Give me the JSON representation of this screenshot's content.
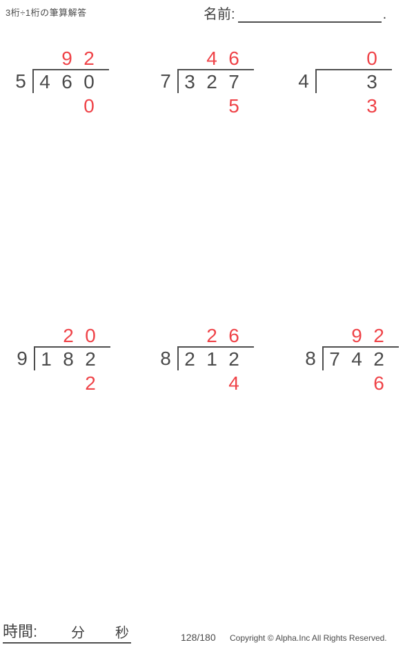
{
  "header": {
    "title": "3桁÷1桁の筆算解答",
    "name_label": "名前:",
    "name_suffix": "."
  },
  "problems": [
    {
      "divisor": "5",
      "quotient": [
        "",
        "9",
        "2"
      ],
      "dividend": [
        "4",
        "6",
        "0"
      ],
      "remainder": [
        "",
        "",
        "0"
      ]
    },
    {
      "divisor": "7",
      "quotient": [
        "",
        "4",
        "6"
      ],
      "dividend": [
        "3",
        "2",
        "7"
      ],
      "remainder": [
        "",
        "",
        "5"
      ]
    },
    {
      "divisor": "4",
      "quotient": [
        "",
        "",
        "0"
      ],
      "dividend": [
        "",
        "",
        "3"
      ],
      "remainder": [
        "",
        "",
        "3"
      ]
    },
    {
      "divisor": "9",
      "quotient": [
        "",
        "2",
        "0"
      ],
      "dividend": [
        "1",
        "8",
        "2"
      ],
      "remainder": [
        "",
        "",
        "2"
      ]
    },
    {
      "divisor": "8",
      "quotient": [
        "",
        "2",
        "6"
      ],
      "dividend": [
        "2",
        "1",
        "2"
      ],
      "remainder": [
        "",
        "",
        "4"
      ]
    },
    {
      "divisor": "8",
      "quotient": [
        "",
        "9",
        "2"
      ],
      "dividend": [
        "7",
        "4",
        "2"
      ],
      "remainder": [
        "",
        "",
        "6"
      ]
    }
  ],
  "footer": {
    "time_label": "時間:",
    "minutes_label": "分",
    "seconds_label": "秒",
    "page": "128/180",
    "copyright": "Copyright © Alpha.Inc All Rights Reserved."
  },
  "colors": {
    "answer_red": "#ef4348",
    "ink": "#4a4a4a"
  }
}
